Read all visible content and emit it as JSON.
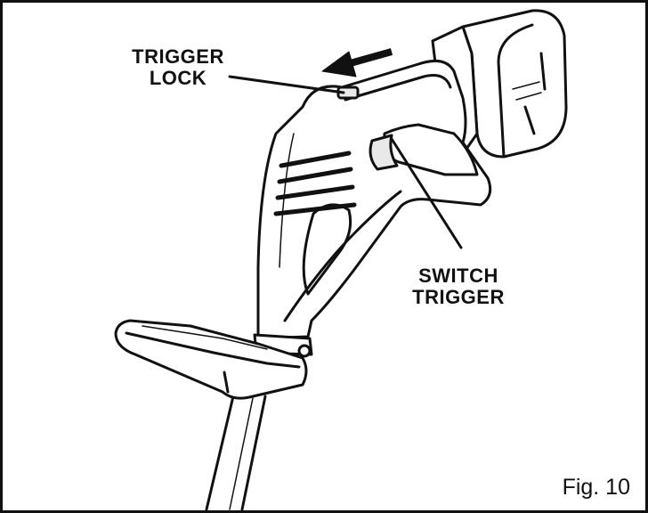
{
  "labels": {
    "trigger_lock": [
      "TRIGGER",
      "LOCK"
    ],
    "switch_trigger": [
      "SWITCH",
      "TRIGGER"
    ]
  },
  "caption": "Fig. 10",
  "colors": {
    "ink": "#111111",
    "paper": "#ffffff",
    "shade": "#e9e9e9"
  }
}
